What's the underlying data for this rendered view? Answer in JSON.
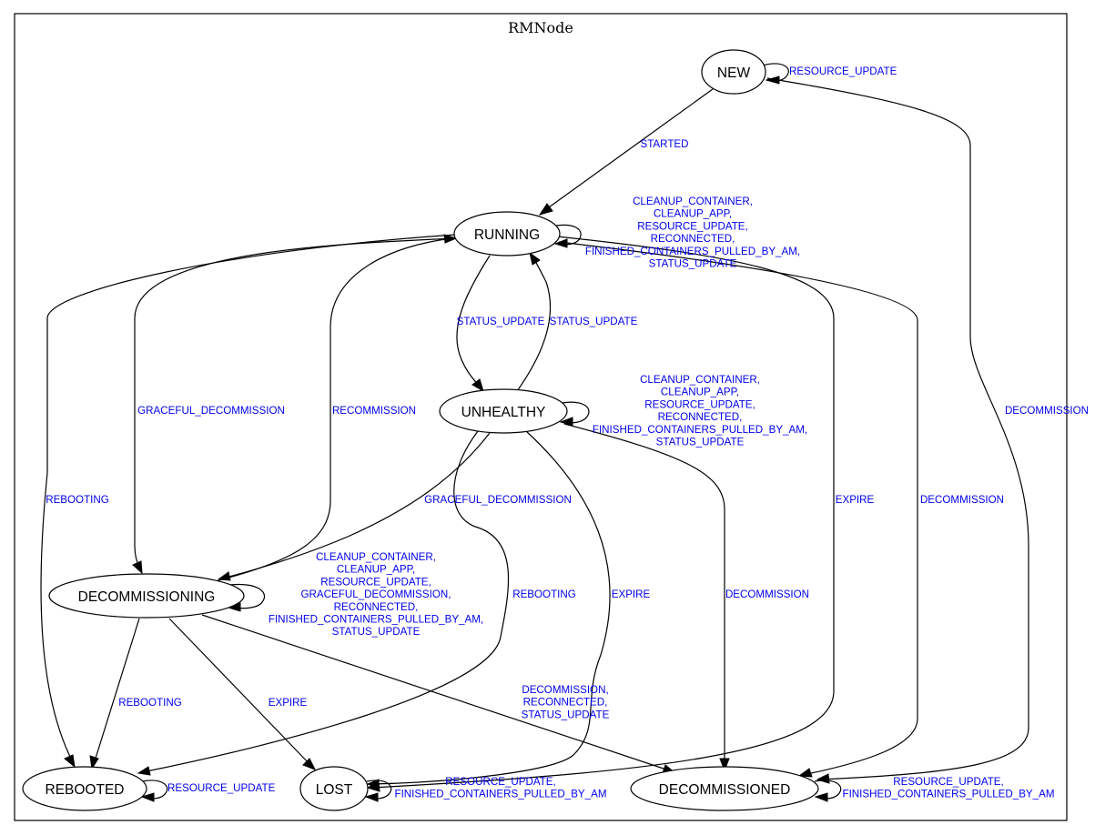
{
  "cluster": {
    "title": "RMNode"
  },
  "nodes": {
    "new": "NEW",
    "running": "RUNNING",
    "unhealthy": "UNHEALTHY",
    "decommissioning": "DECOMMISSIONING",
    "rebooted": "REBOOTED",
    "lost": "LOST",
    "decommissioned": "DECOMMISSIONED"
  },
  "edges": {
    "new_self": [
      "RESOURCE_UPDATE"
    ],
    "new_running": [
      "STARTED"
    ],
    "new_decommissioned": [
      "DECOMMISSION"
    ],
    "running_self": [
      "CLEANUP_CONTAINER,",
      "CLEANUP_APP,",
      "RESOURCE_UPDATE,",
      "RECONNECTED,",
      "FINISHED_CONTAINERS_PULLED_BY_AM,",
      "STATUS_UPDATE"
    ],
    "running_unhealthy": [
      "STATUS_UPDATE"
    ],
    "unhealthy_running": [
      "STATUS_UPDATE"
    ],
    "running_decommissioning": [
      "GRACEFUL_DECOMMISSION"
    ],
    "decommissioning_running": [
      "RECOMMISSION"
    ],
    "running_rebooted": [
      "REBOOTING"
    ],
    "running_lost": [
      "EXPIRE"
    ],
    "running_decommissioned": [
      "DECOMMISSION"
    ],
    "unhealthy_self": [
      "CLEANUP_CONTAINER,",
      "CLEANUP_APP,",
      "RESOURCE_UPDATE,",
      "RECONNECTED,",
      "FINISHED_CONTAINERS_PULLED_BY_AM,",
      "STATUS_UPDATE"
    ],
    "unhealthy_decommissioning": [
      "GRACEFUL_DECOMMISSION"
    ],
    "unhealthy_rebooted": [
      "REBOOTING"
    ],
    "unhealthy_lost": [
      "EXPIRE"
    ],
    "unhealthy_decommissioned": [
      "DECOMMISSION"
    ],
    "decommissioning_self": [
      "CLEANUP_CONTAINER,",
      "CLEANUP_APP,",
      "RESOURCE_UPDATE,",
      "GRACEFUL_DECOMMISSION,",
      "RECONNECTED,",
      "FINISHED_CONTAINERS_PULLED_BY_AM,",
      "STATUS_UPDATE"
    ],
    "decommissioning_rebooted": [
      "REBOOTING"
    ],
    "decommissioning_lost": [
      "EXPIRE"
    ],
    "decommissioning_decommissioned": [
      "DECOMMISSION,",
      "RECONNECTED,",
      "STATUS_UPDATE"
    ],
    "rebooted_self": [
      "RESOURCE_UPDATE"
    ],
    "lost_self": [
      "RESOURCE_UPDATE,",
      "FINISHED_CONTAINERS_PULLED_BY_AM"
    ],
    "decommissioned_self": [
      "RESOURCE_UPDATE,",
      "FINISHED_CONTAINERS_PULLED_BY_AM"
    ]
  }
}
